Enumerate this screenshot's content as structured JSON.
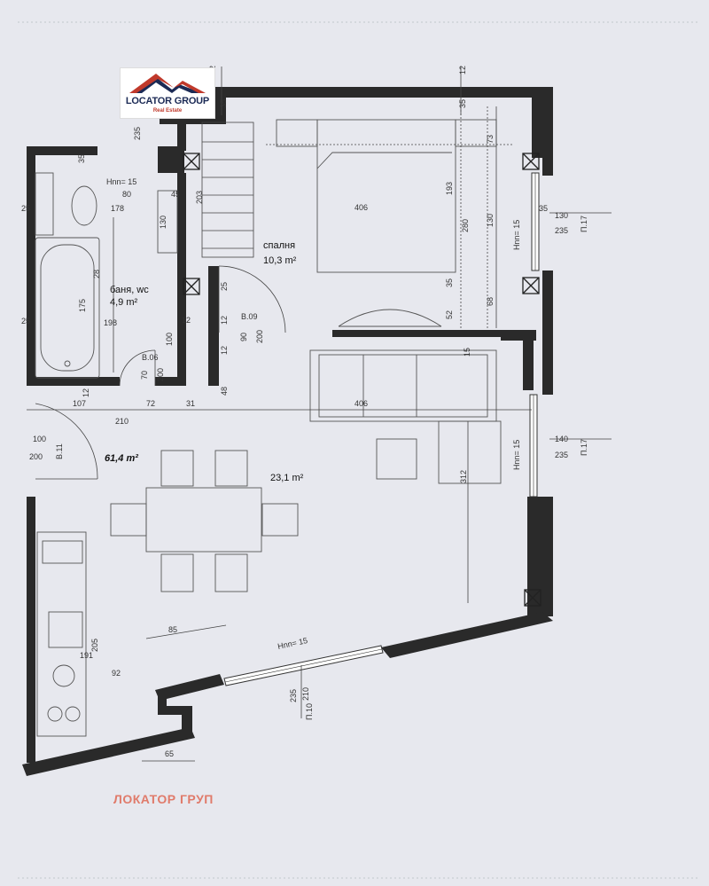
{
  "logo": {
    "brand": "LOCATOR GROUP",
    "subtitle": "Real Estate",
    "colors": {
      "navy": "#1b2a55",
      "red": "#c0392b"
    }
  },
  "watermark": "ЛОКАТОР ГРУП",
  "rooms": {
    "bathroom": {
      "name": "баня, wc",
      "area": "4,9 m²"
    },
    "bedroom": {
      "name": "спалня",
      "area": "10,3 m²"
    },
    "living": {
      "area": "23,1 m²"
    },
    "total": {
      "area": "61,4 m²"
    }
  },
  "door_tags": {
    "b06": {
      "code": "В.06",
      "size": "70",
      "height": "200"
    },
    "b09": {
      "code": "В.09",
      "size": "90",
      "height": "200"
    },
    "b11": {
      "code": "В.11",
      "size": "100",
      "height": "200"
    }
  },
  "window_tags": {
    "p17a": {
      "code": "П.17",
      "w": "130",
      "h": "235"
    },
    "p17b": {
      "code": "П.17",
      "w": "140",
      "h": "235"
    },
    "p10": {
      "code": "П.10",
      "w": "210",
      "h": "235"
    }
  },
  "sill_labels": {
    "top": "Hnn= 15",
    "bed": "Hnn= 15",
    "living": "Hnn= 15",
    "south": "Hnn= 15"
  },
  "dims": {
    "d12a": "12",
    "d235": "235",
    "d35a": "35",
    "d12b": "12",
    "d35b": "35",
    "d80": "80",
    "d45": "45",
    "d178": "178",
    "d25a": "25",
    "d130a": "130",
    "d203": "203",
    "d406a": "406",
    "d193": "193",
    "d73": "73",
    "d35c": "35",
    "d130b": "130",
    "d280": "280",
    "d35d": "35",
    "d52": "52",
    "d68": "68",
    "d28": "28",
    "d175": "175",
    "d198": "198",
    "d25b": "25",
    "d12c": "12",
    "d12d": "12",
    "d25c": "25",
    "d100": "100",
    "d12e": "12",
    "d48": "48",
    "d12f": "12",
    "d107": "107",
    "d72": "72",
    "d31": "31",
    "d406b": "406",
    "d210": "210",
    "d312": "312",
    "d15": "15",
    "d85": "85",
    "d205": "205",
    "d65": "65",
    "d92": "92",
    "d191": "191",
    "d35e": "35"
  }
}
